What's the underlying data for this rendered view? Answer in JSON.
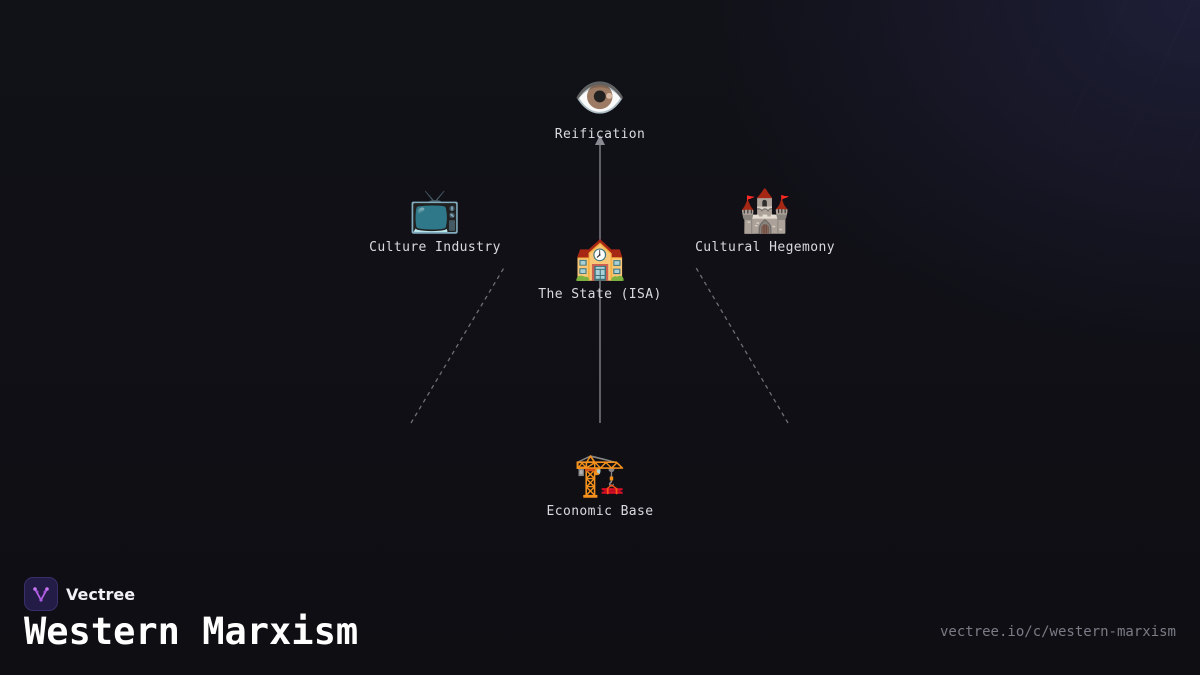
{
  "nodes": [
    {
      "id": "reification",
      "emoji": "👁️",
      "label": "Reification",
      "icon": "eye-icon"
    },
    {
      "id": "culture_industry",
      "emoji": "📺",
      "label": "Culture Industry",
      "icon": "television-icon"
    },
    {
      "id": "cultural_hegemony",
      "emoji": "🏰",
      "label": "Cultural Hegemony",
      "icon": "castle-icon"
    },
    {
      "id": "the_state",
      "emoji": "🏫",
      "label": "The State (ISA)",
      "icon": "school-icon"
    },
    {
      "id": "economic_base",
      "emoji": "🏗️",
      "label": "Economic Base",
      "icon": "construction-crane-icon"
    }
  ],
  "edges": [
    {
      "from": "economic_base",
      "to": "reification",
      "style": "solid",
      "arrow": true
    },
    {
      "from": "economic_base",
      "to": "culture_industry",
      "style": "dashed",
      "arrow": false
    },
    {
      "from": "economic_base",
      "to": "cultural_hegemony",
      "style": "dashed",
      "arrow": false
    }
  ],
  "brand": {
    "name": "Vectree",
    "icon": "vectree-logo-icon"
  },
  "title": "Western Marxism",
  "url": "vectree.io/c/western-marxism",
  "colors": {
    "background": "#0f0f14",
    "edge": "#8a8a92",
    "logo_bg": "#231c46",
    "logo_accent": "#b560e8"
  }
}
